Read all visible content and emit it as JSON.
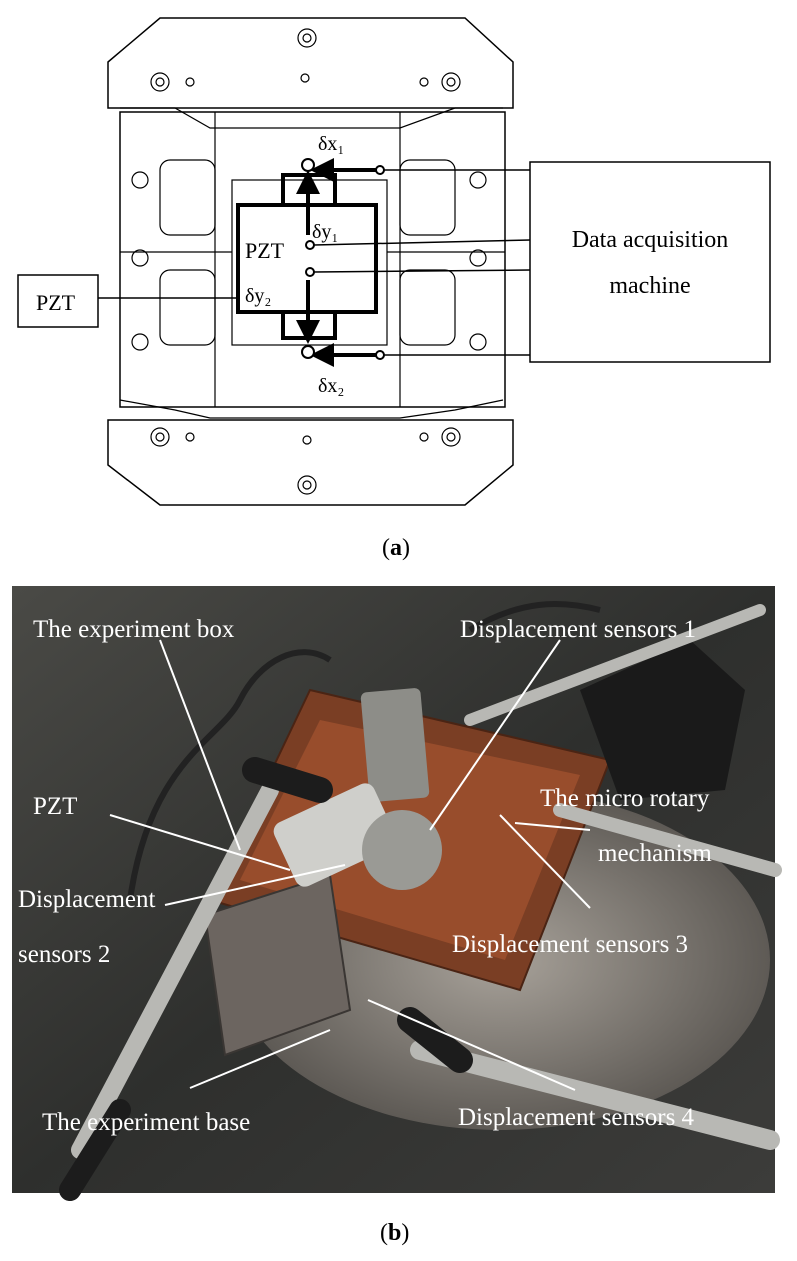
{
  "figure_a": {
    "caption_open": "(",
    "caption_letter": "a",
    "caption_close": ")",
    "labels": {
      "dx1": "δx₁",
      "dy1": "δy₁",
      "pzt_inner": "PZT",
      "dy2": "δy₂",
      "dx2": "δx₂",
      "pzt_box": "PZT",
      "data_acq_line1": "Data acquisition",
      "data_acq_line2": "machine"
    }
  },
  "figure_b": {
    "caption_open": "(",
    "caption_letter": "b",
    "caption_close": ")",
    "labels": {
      "experiment_box": "The experiment box",
      "sensor1": "Displacement sensors 1",
      "pzt": "PZT",
      "micro_rotary_line1": "The micro rotary",
      "micro_rotary_line2": "mechanism",
      "sensor2_line1": "Displacement",
      "sensor2_line2": "sensors 2",
      "sensor3": "Displacement sensors 3",
      "sensor4": "Displacement sensors 4",
      "experiment_base": "The experiment base"
    }
  },
  "colors": {
    "line": "#000000",
    "photo_dark": "#3a3a38",
    "photo_rust": "#8a4a2a",
    "label_white": "#ffffff"
  }
}
